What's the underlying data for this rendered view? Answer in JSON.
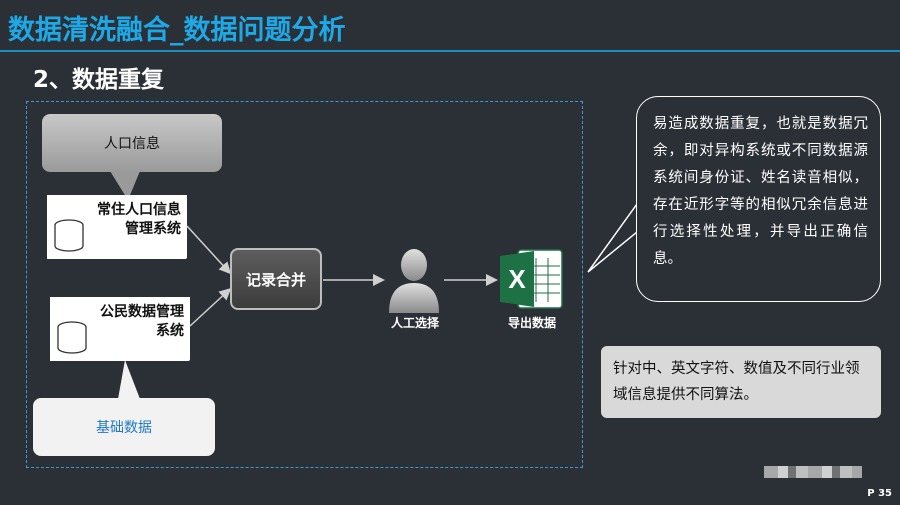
{
  "slide": {
    "title": "数据清洗融合_数据问题分析",
    "section": "2、数据重复",
    "page": "P 35"
  },
  "diagram": {
    "callout_people": "人口信息",
    "doc_a_line1": "常住人口信息",
    "doc_a_line2": "管理系统",
    "doc_b_line1": "公民数据管理",
    "doc_b_line2": "系统",
    "callout_base": "基础数据",
    "merge": "记录合并",
    "manual": "人工选择",
    "export": "导出数据",
    "excel_letter": "X"
  },
  "speech_text": "易造成数据重复，也就是数据冗余，即对异构系统或不同数据源系统间身份证、姓名读音相似，存在近形字等的相似冗余信息进行选择性处理，并导出正确信息。",
  "note_text": "针对中、英文字符、数值及不同行业领域信息提供不同算法。",
  "colors": {
    "background": "#2b2f36",
    "title": "#1ea8e6",
    "rule": "#1a8fc4",
    "dashed_border": "#3a9bd4",
    "excel_green": "#1e7145"
  },
  "icons": [
    "database-icon",
    "person-icon",
    "excel-icon",
    "arrow-icon"
  ]
}
